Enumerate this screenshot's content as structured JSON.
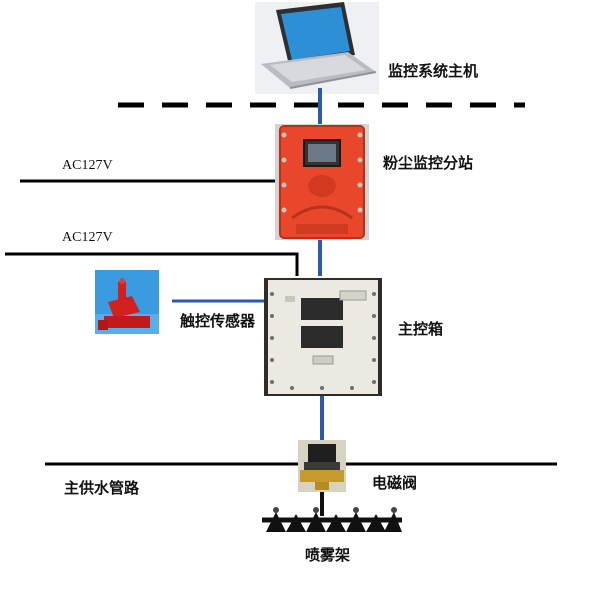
{
  "labels": {
    "host": "监控系统主机",
    "substation": "粉尘监控分站",
    "ac_top": "AC127V",
    "ac_bottom": "AC127V",
    "sensor": "触控传感器",
    "main_box": "主控箱",
    "solenoid": "电磁阀",
    "water_pipe": "主供水管路",
    "spray": "喷雾架"
  },
  "colors": {
    "link": "#2b5aa6",
    "power_line": "#000000",
    "enclosure_red": "#e8472b",
    "box_panel": "#ece9e2"
  }
}
